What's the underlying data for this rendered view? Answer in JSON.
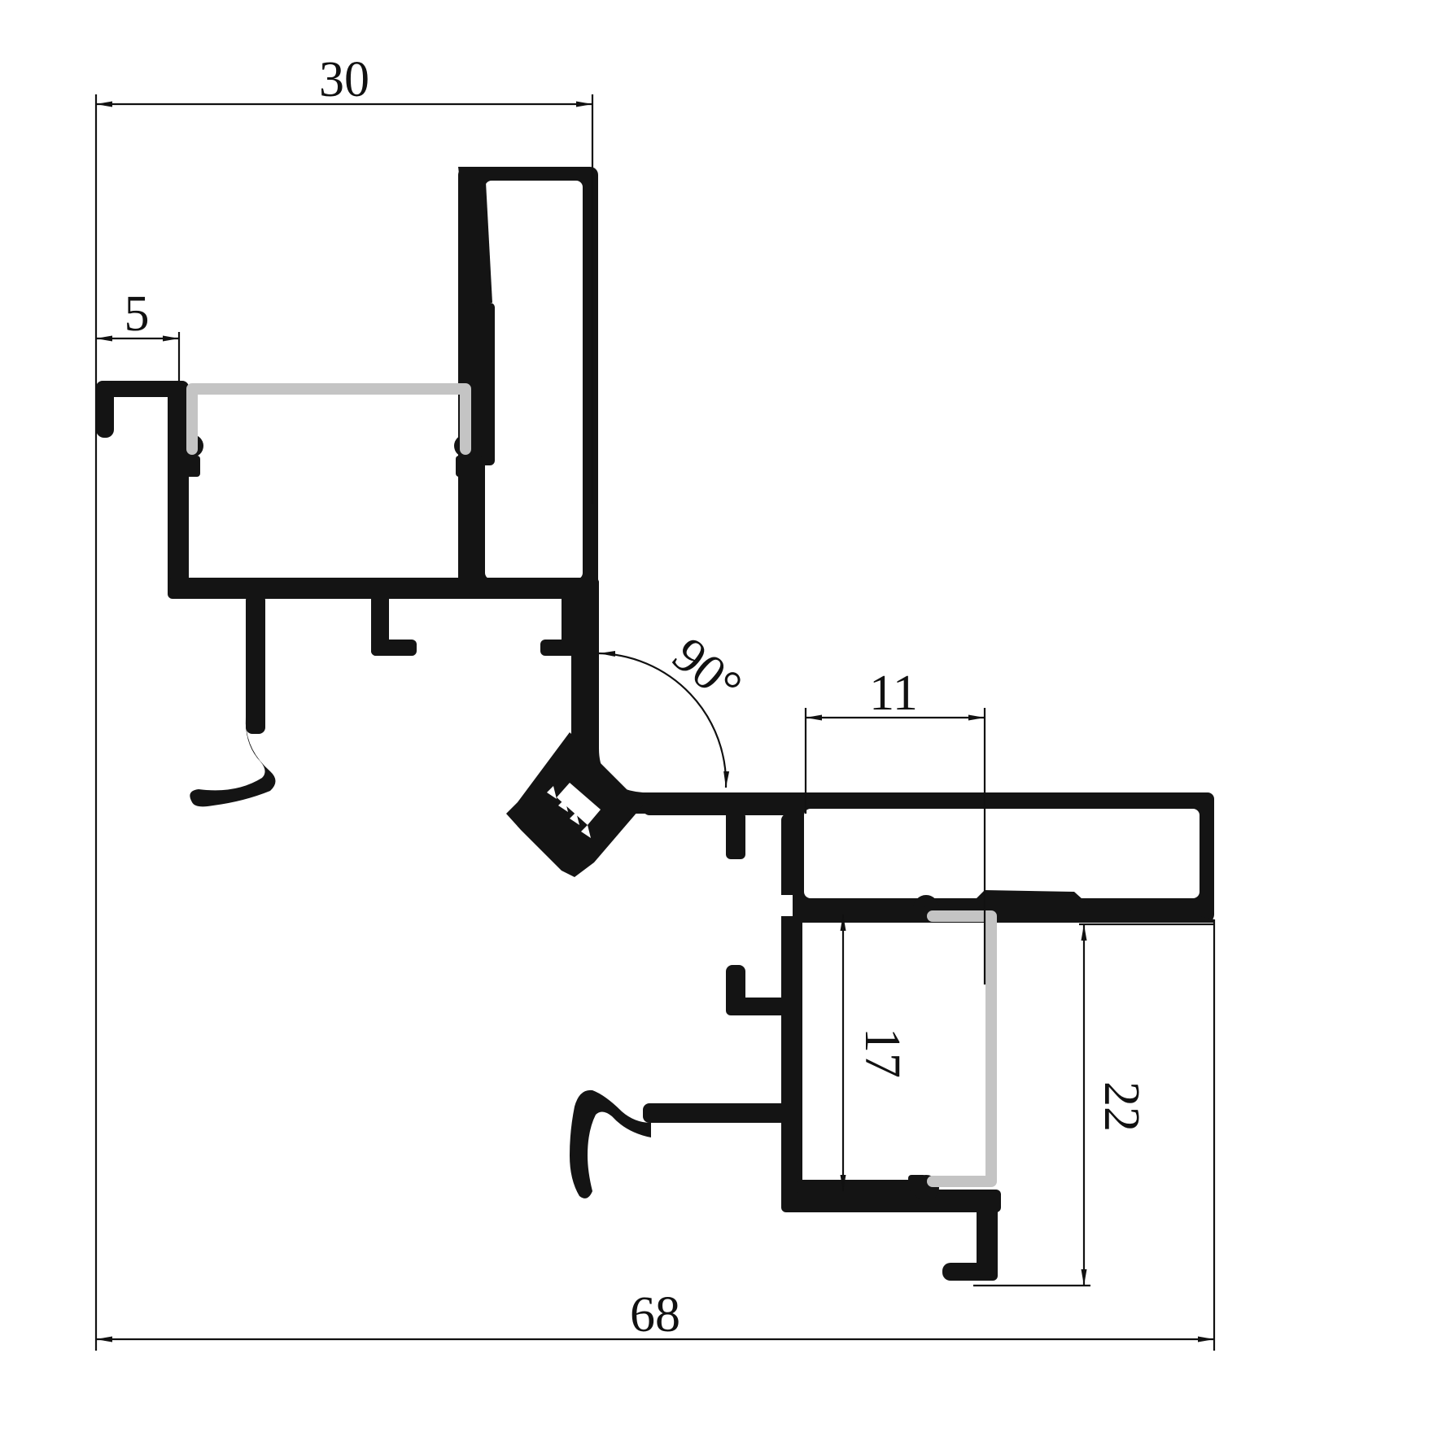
{
  "drawing": {
    "colors": {
      "profile": "#141414",
      "diffuser": "#c4c4c4",
      "dimension": "#111111",
      "background": "#ffffff"
    },
    "dimensions": {
      "overall_width": "68",
      "top_width": "30",
      "left_lip": "5",
      "angle": "90°",
      "channel_width": "11",
      "channel_depth": "17",
      "lower_height": "22"
    }
  }
}
